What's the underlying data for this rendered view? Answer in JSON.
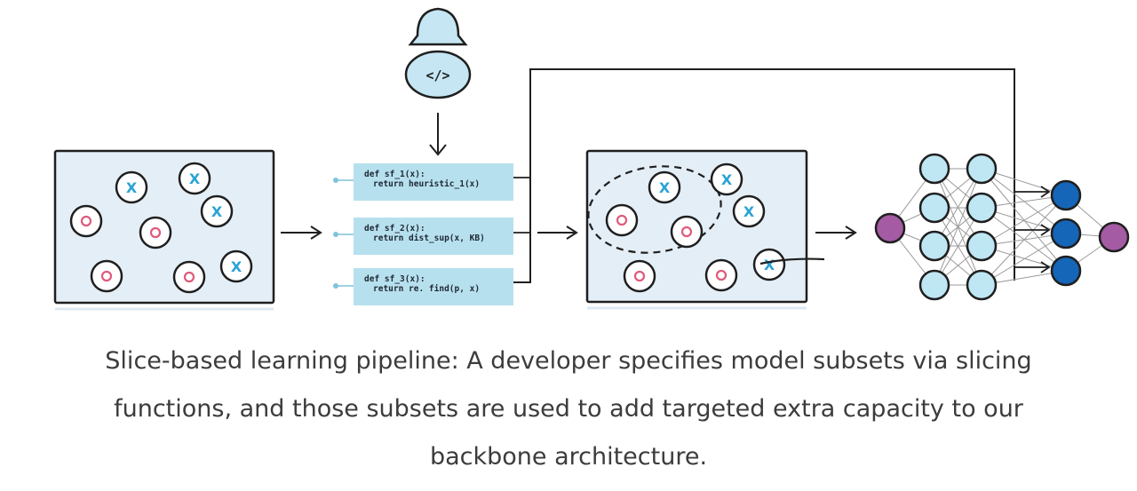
{
  "diagram": {
    "developer_icon": {
      "symbol": "</>"
    },
    "data_points": [
      {
        "mark": "x"
      },
      {
        "mark": "x"
      },
      {
        "mark": "x"
      },
      {
        "mark": "x"
      },
      {
        "mark": "o"
      },
      {
        "mark": "o"
      },
      {
        "mark": "o"
      },
      {
        "mark": "o"
      }
    ],
    "slicing_functions": [
      {
        "def_line": "def sf_1(x):",
        "return_line": "return heuristic_1(x)"
      },
      {
        "def_line": "def sf_2(x):",
        "return_line": "return dist_sup(x, KB)"
      },
      {
        "def_line": "def sf_3(x):",
        "return_line": "return re. find(p, x)"
      }
    ],
    "colors": {
      "panel_fill": "#e4eef6",
      "panel_stroke": "#1f1f1f",
      "code_fill": "#b7e0ee",
      "x_mark": "#2aa3d6",
      "o_mark": "#e05a7a",
      "nn_hidden": "#bfe6f3",
      "nn_slice": "#1565b8",
      "nn_io": "#a55ba4",
      "connector": "#7fc3da"
    },
    "network": {
      "input_nodes": 1,
      "hidden_layers": [
        4,
        4
      ],
      "slice_heads": 3,
      "output_nodes": 1
    }
  },
  "caption": {
    "line1": "Slice-based learning pipeline: A developer specifies model subsets via slicing",
    "line2": "functions, and those subsets are used to add targeted extra capacity to our",
    "line3": "backbone architecture."
  }
}
